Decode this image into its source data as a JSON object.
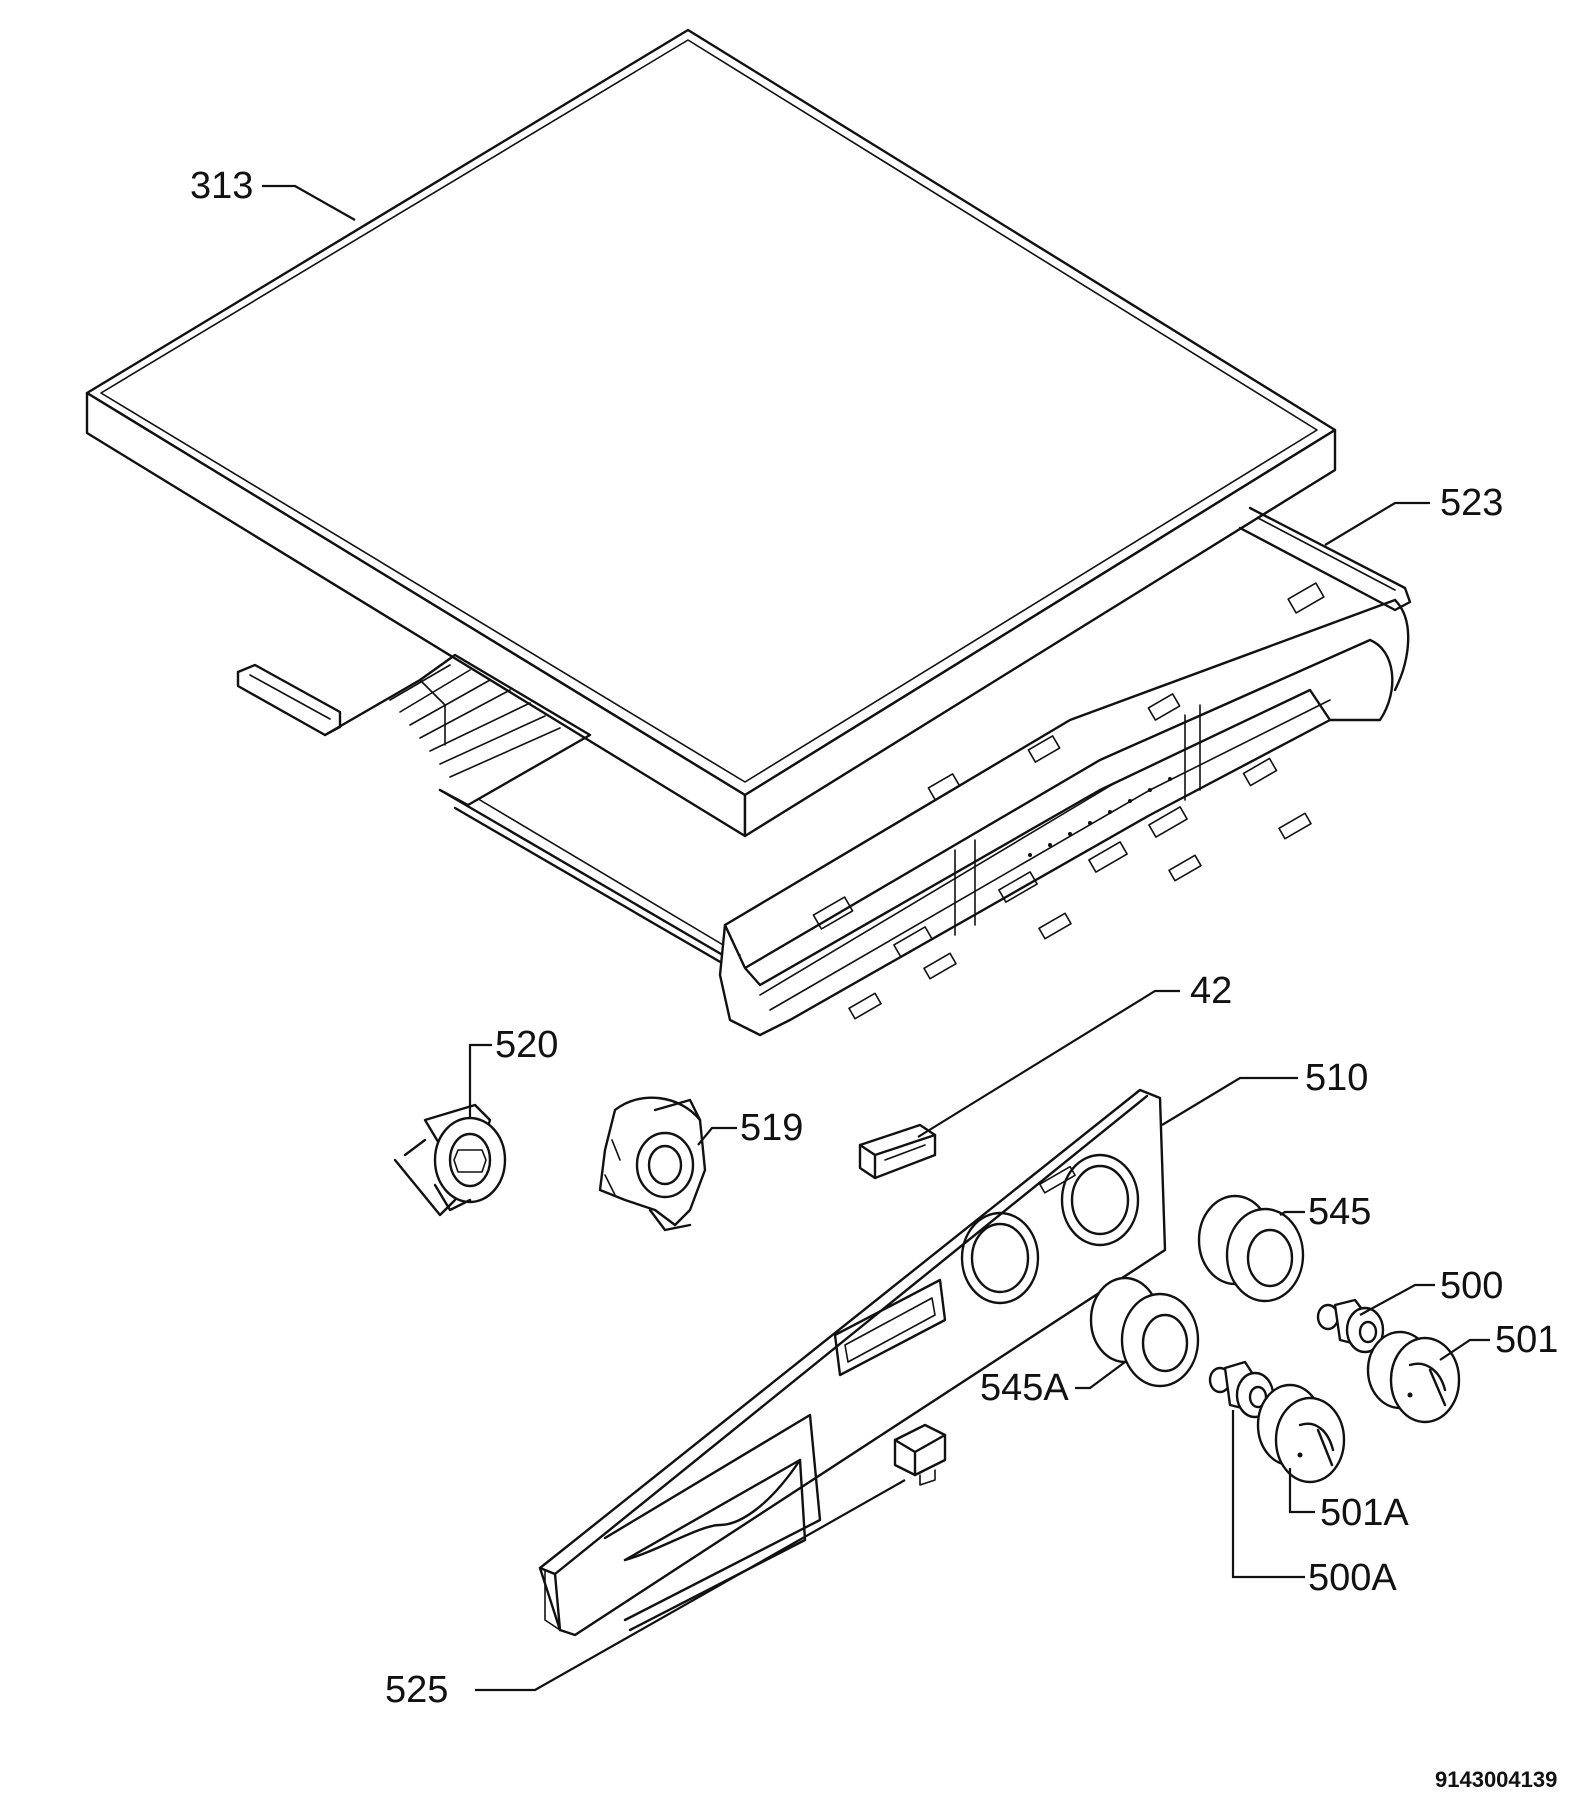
{
  "callouts": {
    "c313": "313",
    "c523": "523",
    "c42": "42",
    "c520": "520",
    "c519": "519",
    "c510": "510",
    "c545": "545",
    "c500": "500",
    "c501": "501",
    "c545a": "545A",
    "c501a": "501A",
    "c500a": "500A",
    "c525": "525"
  },
  "reference_number": "9143004139"
}
